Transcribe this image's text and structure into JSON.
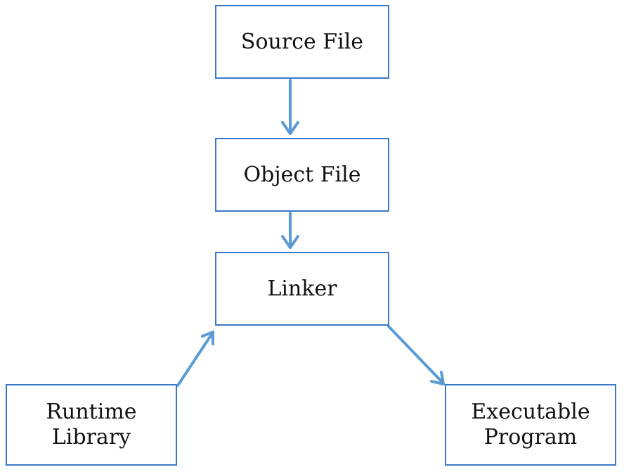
{
  "diagram": {
    "nodes": {
      "source": {
        "label": "Source File"
      },
      "object": {
        "label": "Object File"
      },
      "linker": {
        "label": "Linker"
      },
      "runtime": {
        "line1": "Runtime",
        "line2": "Library"
      },
      "exec": {
        "line1": "Executable",
        "line2": "Program"
      }
    },
    "edges": [
      {
        "from": "Source File",
        "to": "Object File"
      },
      {
        "from": "Object File",
        "to": "Linker"
      },
      {
        "from": "Runtime Library",
        "to": "Linker"
      },
      {
        "from": "Linker",
        "to": "Executable Program"
      }
    ],
    "colors": {
      "box_border": "#3a78c9",
      "arrow": "#5b9bd5"
    }
  }
}
